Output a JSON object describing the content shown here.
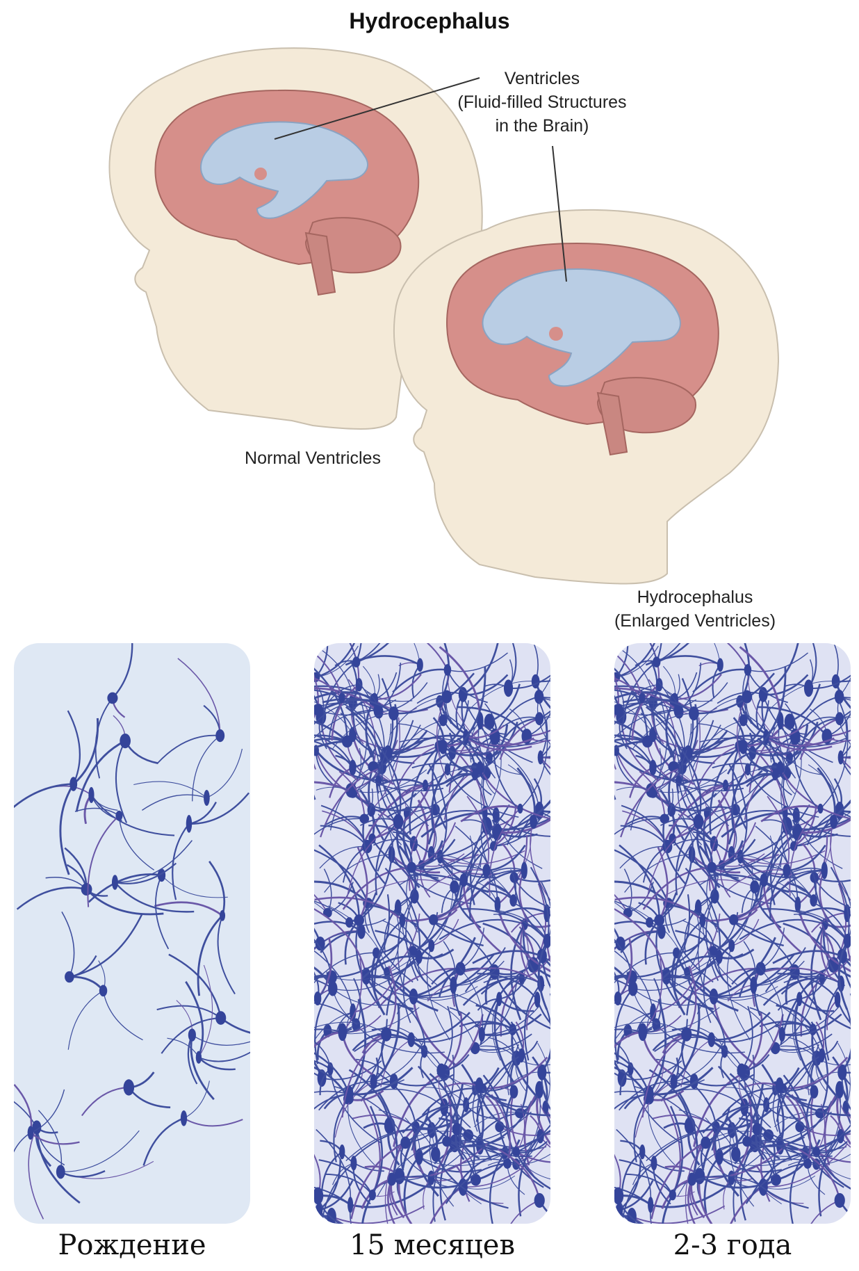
{
  "diagram": {
    "title": "Hydrocephalus",
    "ventricles_label": [
      "Ventricles",
      "(Fluid-filled Structures",
      "in the Brain)"
    ],
    "normal_label": "Normal Ventricles",
    "hydro_label": [
      "Hydrocephalus",
      "(Enlarged Ventricles)"
    ]
  },
  "neurons": {
    "captions": [
      "Рождение",
      "15 месяцев",
      "2-3 года"
    ]
  },
  "colors": {
    "skin": "#f4ead8",
    "brain": "#d68f8a",
    "ventricle": "#b9cde4",
    "neuron": "#3f4f9e"
  }
}
